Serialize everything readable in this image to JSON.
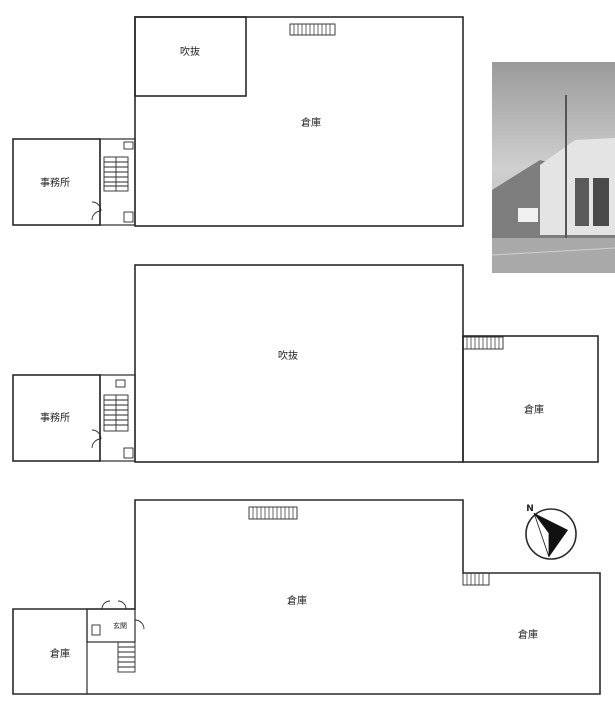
{
  "floors": {
    "upper": {
      "office_label": "事務所",
      "warehouse_label": "倉庫",
      "atrium_label": "吹抜"
    },
    "middle": {
      "office_label": "事務所",
      "atrium_label": "吹抜",
      "warehouse_label": "倉庫"
    },
    "ground": {
      "warehouse_left_label": "倉庫",
      "entrance_label": "玄関",
      "warehouse_main_label": "倉庫",
      "warehouse_right_label": "倉庫"
    }
  },
  "compass": {
    "north_label": "N"
  },
  "photo": {
    "subject": "warehouse-building-exterior"
  },
  "colors": {
    "line": "#2a2a2a",
    "fill": "#ffffff"
  }
}
